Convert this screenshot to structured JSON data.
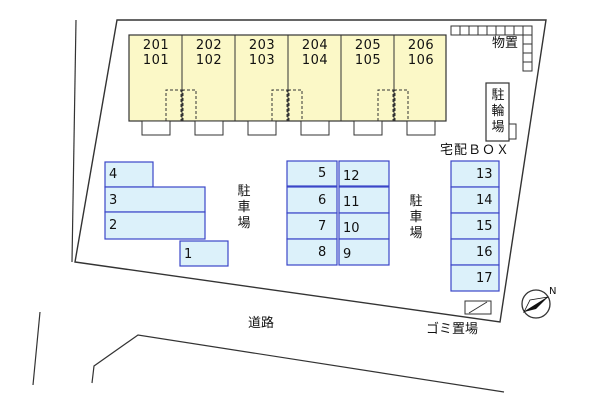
{
  "units": [
    {
      "upper": "201",
      "lower": "101"
    },
    {
      "upper": "202",
      "lower": "102"
    },
    {
      "upper": "203",
      "lower": "103"
    },
    {
      "upper": "204",
      "lower": "104"
    },
    {
      "upper": "205",
      "lower": "105"
    },
    {
      "upper": "206",
      "lower": "106"
    }
  ],
  "parking_left": [
    "4",
    "3",
    "2",
    "1"
  ],
  "parking_center_left": [
    "5",
    "6",
    "7",
    "8"
  ],
  "parking_center_right": [
    "12",
    "11",
    "10",
    "9"
  ],
  "parking_right": [
    "13",
    "14",
    "15",
    "16",
    "17"
  ],
  "labels": {
    "storage": "物置",
    "bicycle": "駐\n輪\n場",
    "delivery_box": "宅配ＢＯＸ",
    "parking_left": "駐\n車\n場",
    "parking_right": "駐\n車\n場",
    "road": "道路",
    "garbage": "ゴミ置場",
    "north": "N"
  },
  "colors": {
    "building_fill": "#fbf8c7",
    "parking_fill": "#dcf1fa",
    "parking_stroke": "#3b46c8",
    "line": "#333333"
  }
}
